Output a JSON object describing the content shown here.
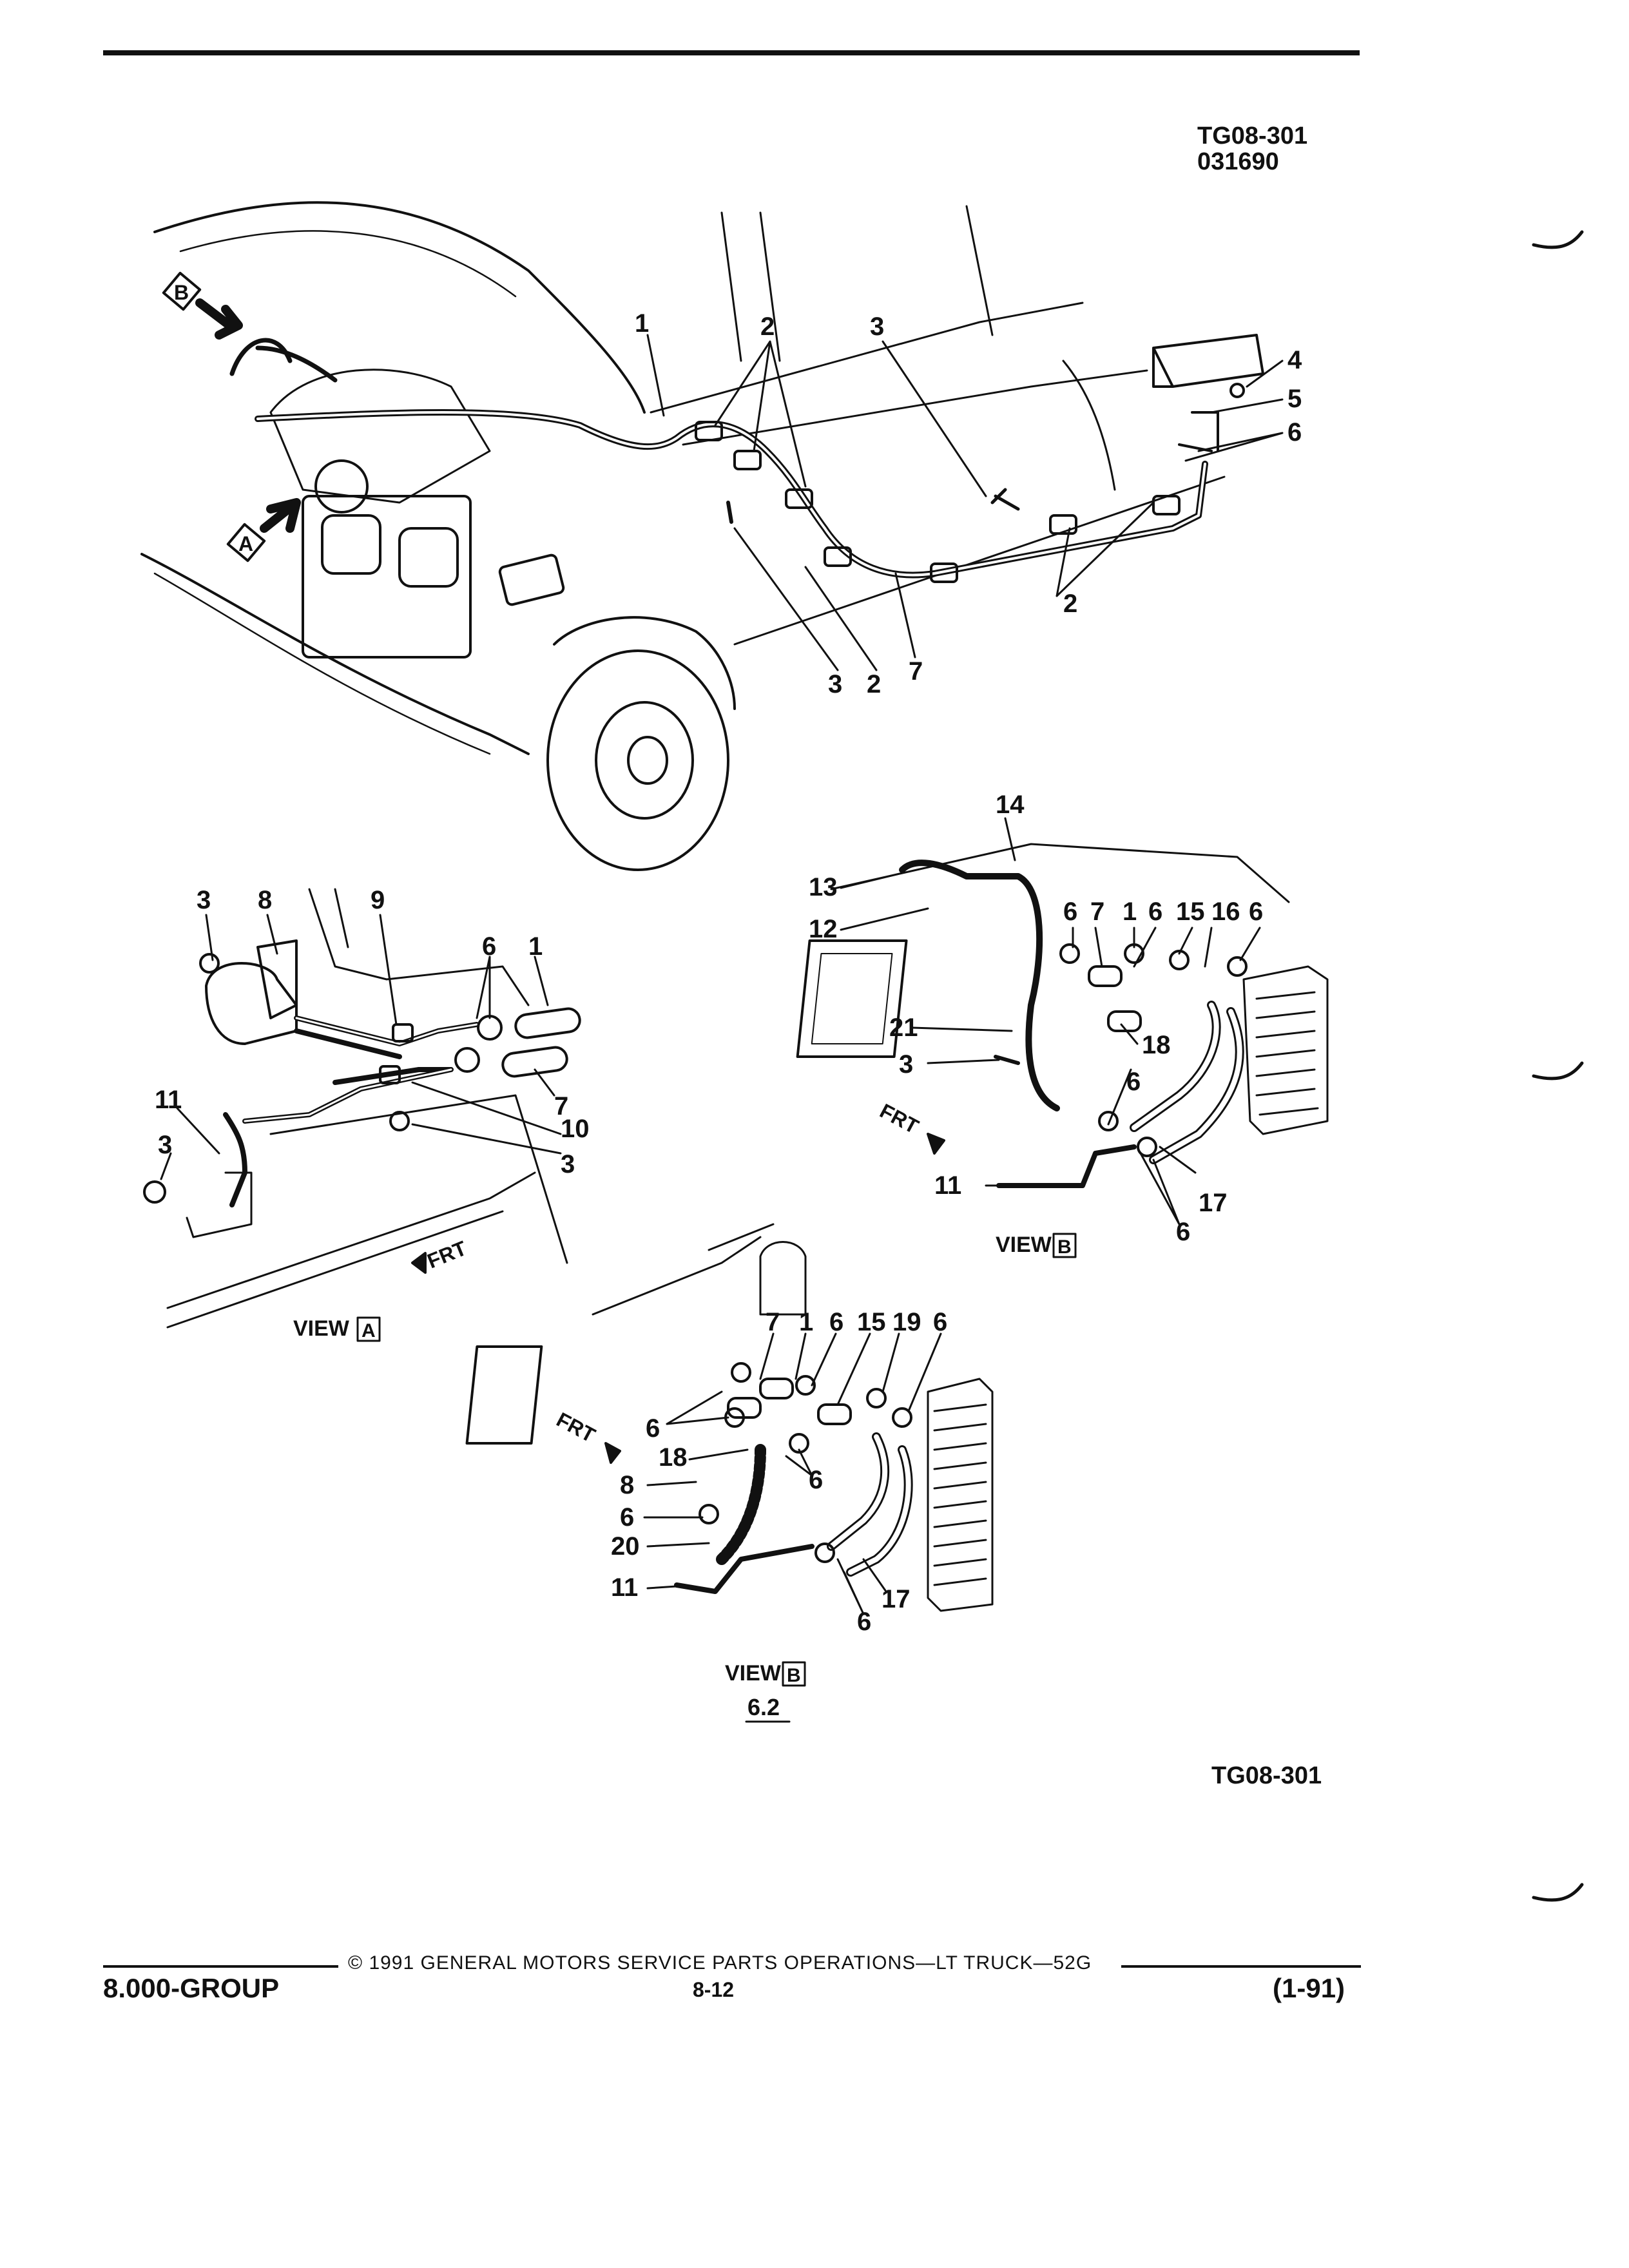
{
  "header": {
    "figure_id": "TG08-301",
    "figure_date": "031690"
  },
  "main_view": {
    "callouts": [
      "1",
      "2",
      "3",
      "4",
      "5",
      "6",
      "7"
    ],
    "view_flags": [
      "B",
      "A"
    ]
  },
  "view_a": {
    "title": "VIEW",
    "letter": "A",
    "direction": "FRT",
    "callouts": [
      "3",
      "8",
      "9",
      "6",
      "1",
      "7",
      "10",
      "3",
      "11",
      "3"
    ]
  },
  "view_b_upper": {
    "title": "VIEW",
    "letter": "B",
    "direction": "FRT",
    "callouts": [
      "14",
      "13",
      "12",
      "6",
      "7",
      "1",
      "6",
      "15",
      "16",
      "6",
      "21",
      "18",
      "3",
      "6",
      "11",
      "17",
      "6"
    ]
  },
  "view_b_lower": {
    "title": "VIEW",
    "letter": "B",
    "direction": "FRT",
    "variant": "6.2",
    "callouts": [
      "7",
      "1",
      "6",
      "15",
      "19",
      "6",
      "6",
      "18",
      "8",
      "6",
      "6",
      "20",
      "11",
      "6",
      "17"
    ]
  },
  "footer": {
    "copyright": "© 1991 GENERAL MOTORS SERVICE PARTS OPERATIONS—LT TRUCK—52G",
    "group": "8.000-GROUP",
    "page": "8-12",
    "date": "(1-91)",
    "figure_id_bottom": "TG08-301"
  }
}
